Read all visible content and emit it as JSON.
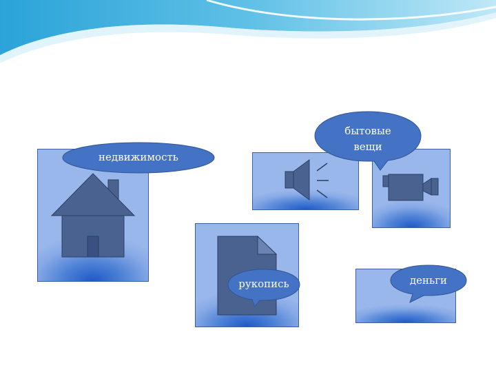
{
  "slide": {
    "background": "#ffffff",
    "accent_wave": [
      "#2aa3d8",
      "#7fd0ec",
      "#c9ecf8"
    ]
  },
  "tiles": [
    {
      "id": "real-estate",
      "icon": "house-icon"
    },
    {
      "id": "household",
      "icon": "speaker-icon"
    },
    {
      "id": "household-2",
      "icon": "video-camera-icon"
    },
    {
      "id": "manuscript",
      "icon": "document-icon"
    },
    {
      "id": "money",
      "icon": ""
    }
  ],
  "callouts": {
    "real_estate": "недвижимость",
    "household_line1": "бытовые",
    "household_line2": "вещи",
    "manuscript": "рукопись",
    "money": "деньги"
  },
  "colors": {
    "tile_border": "#3b5f9e",
    "tile_glow": "#1f59c9",
    "callout_fill": "#4472c4",
    "icon_fill": "#4a6290",
    "icon_stroke": "#2b3f66"
  }
}
